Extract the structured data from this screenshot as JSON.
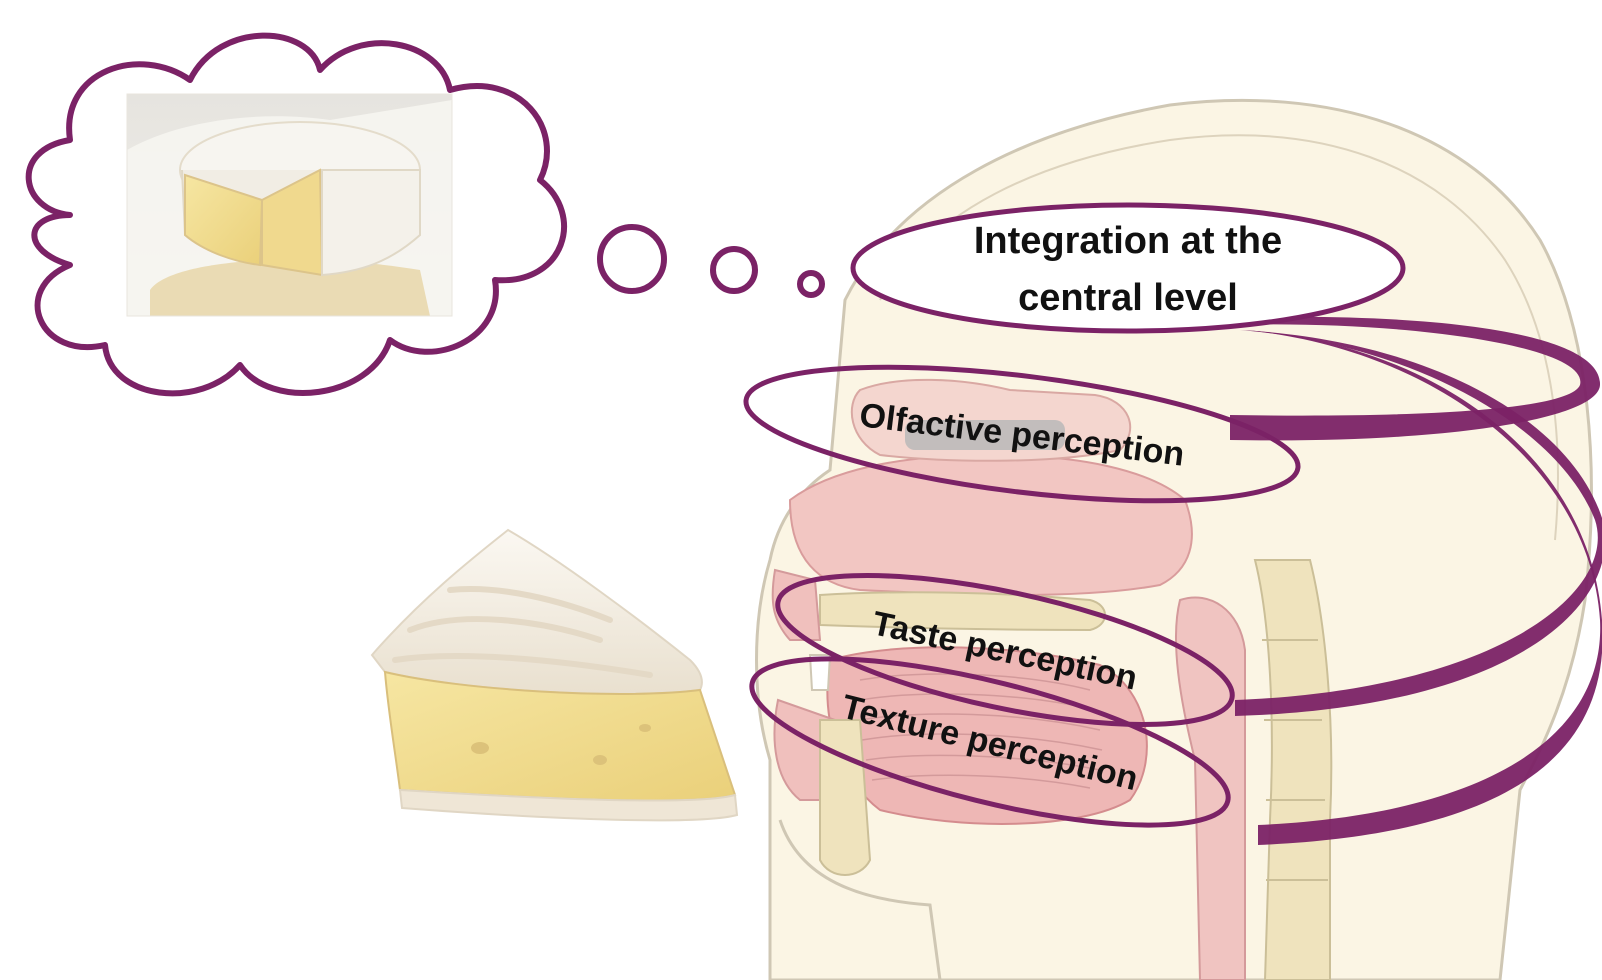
{
  "labels": {
    "integration_line1": "Integration at the",
    "integration_line2": "central level",
    "olfactive": "Olfactive perception",
    "taste": "Taste perception",
    "texture": "Texture perception"
  },
  "colors": {
    "accent": "#7b2266",
    "head_outline": "#c9c2b0",
    "head_fill": "#fbf4e2",
    "tissue": "#ecb8b6",
    "tissue_dark": "#d98c8f",
    "bone": "#efe3bd",
    "cheese_rind": "#f3ede2",
    "cheese_paste": "#f2df8c"
  },
  "icons": {
    "thought_cloud": "thought-cloud-icon",
    "cheese_photo": "camembert-wheel-photo",
    "cheese_wedge": "camembert-wedge-photo",
    "head": "head-cross-section-illustration"
  }
}
